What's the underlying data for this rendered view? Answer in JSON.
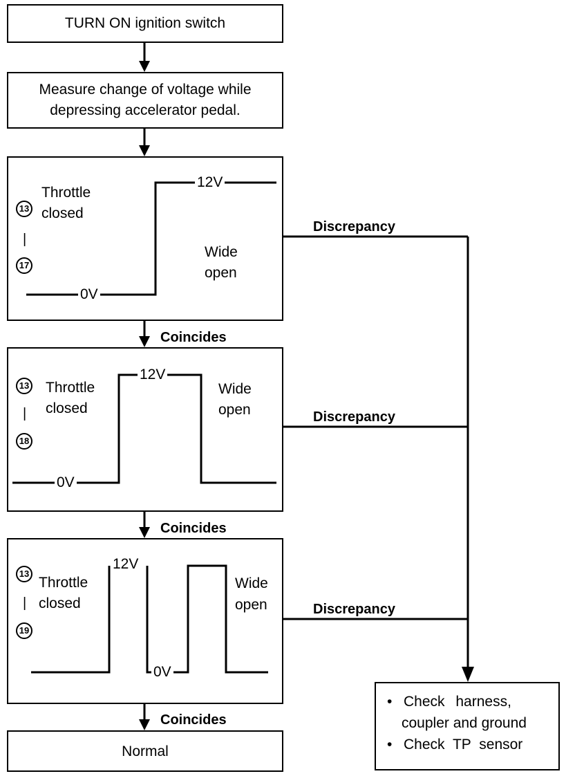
{
  "steps": {
    "step1": "TURN ON ignition switch",
    "step2_line1": "Measure change of voltage while",
    "step2_line2": "depressing accelerator pedal.",
    "normal": "Normal"
  },
  "panels": [
    {
      "terminal_a": "13",
      "terminal_b": "17",
      "throttle": "Throttle",
      "closed": "closed",
      "wide": "Wide",
      "open": "open",
      "high": "12V",
      "low": "0V"
    },
    {
      "terminal_a": "13",
      "terminal_b": "18",
      "throttle": "Throttle",
      "closed": "closed",
      "wide": "Wide",
      "open": "open",
      "high": "12V",
      "low": "0V"
    },
    {
      "terminal_a": "13",
      "terminal_b": "19",
      "throttle": "Throttle",
      "closed": "closed",
      "wide": "Wide",
      "open": "open",
      "high": "12V",
      "low": "0V"
    }
  ],
  "branch": {
    "coincides": "Coincides",
    "discrepancy": "Discrepancy"
  },
  "check": {
    "bullet": "•",
    "item1_line1": "Check harness,",
    "item1_line2": "coupler and ground",
    "item2": "Check TP sensor"
  }
}
